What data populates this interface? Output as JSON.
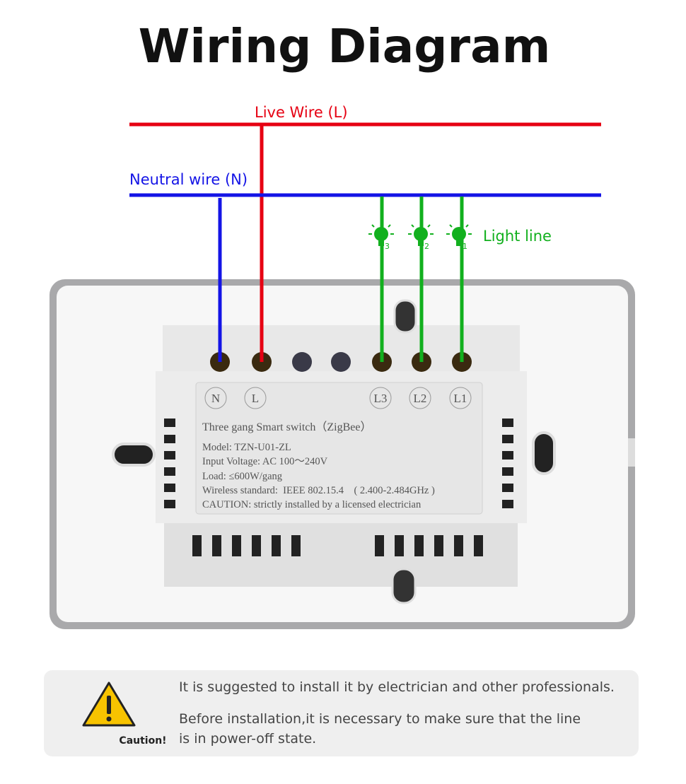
{
  "title": "Wiring Diagram",
  "wires": {
    "live": "Live Wire (L)",
    "neutral": "Neutral wire (N)",
    "light": "Light line",
    "bulbs": [
      "3",
      "2",
      "1"
    ]
  },
  "colors": {
    "live": "#e60012",
    "neutral": "#1414e6",
    "light": "#12b01e"
  },
  "device_label": {
    "terminals": [
      "N",
      "L",
      "L3",
      "L2",
      "L1"
    ],
    "name": "Three gang Smart switch（ZigBee）",
    "model": "Model: TZN-U01-ZL",
    "voltage": "Input Voltage:  AC 100～240V",
    "load": "Load:  ≤600W/gang",
    "wireless": "Wireless standard:  IEEE 802.15.4    ( 2.400-2.484GHz )",
    "caution": "CAUTION:  strictly installed by a licensed electrician"
  },
  "caution": {
    "label": "Caution!",
    "line1": "It is suggested to install it by electrician and other professionals.",
    "line2a": "Before installation,it is necessary to make sure that the line",
    "line2b": "is in power-off state."
  }
}
